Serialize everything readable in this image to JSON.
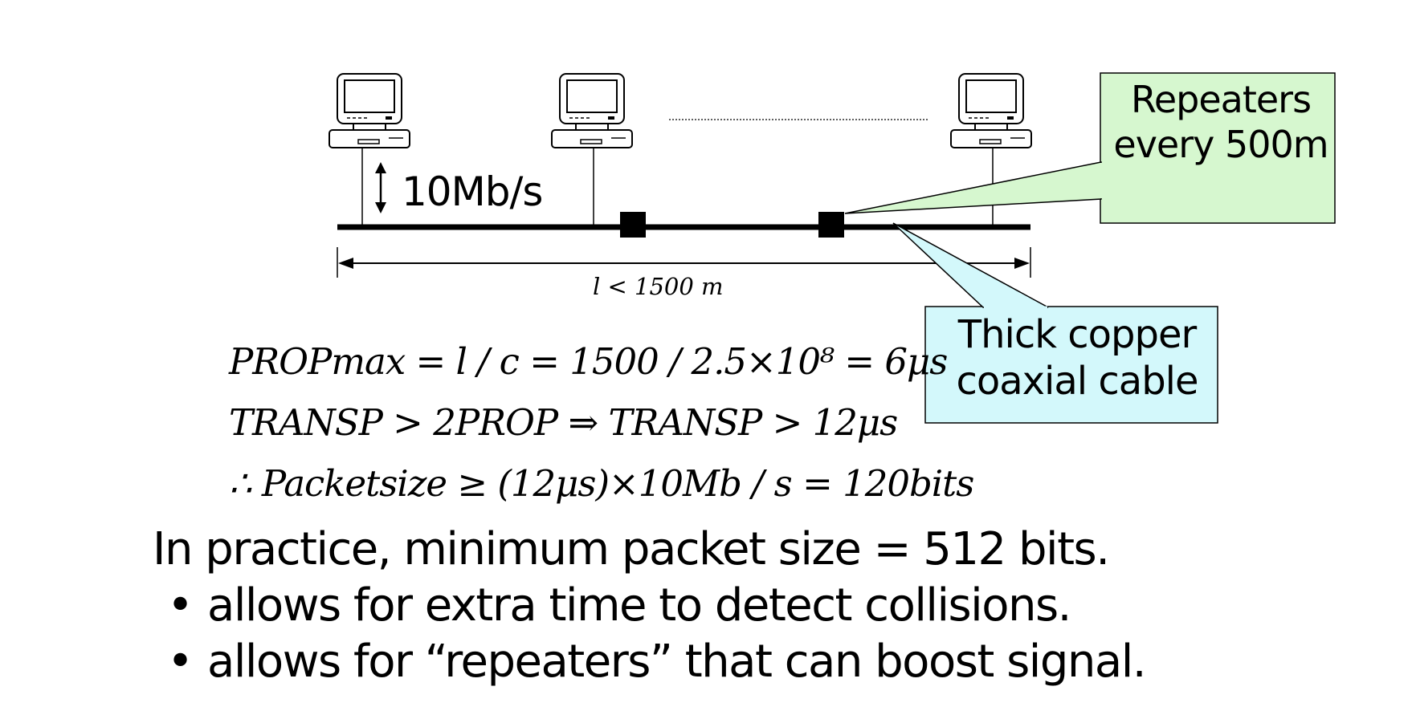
{
  "diagram": {
    "rate_label": "10Mb/s",
    "length_label": "l < 1500 m",
    "callouts": {
      "repeaters": "Repeaters every 500m",
      "cable": "Thick copper coaxial cable"
    },
    "colors": {
      "repeaters_fill": "#d6f7cf",
      "cable_fill": "#d3f8fb",
      "line": "#000000"
    },
    "icons": [
      "computer-icon",
      "computer-icon",
      "computer-icon"
    ]
  },
  "equations": {
    "eq1": "PROPmax = l / c = 1500 / 2.5×10⁸ = 6μs",
    "eq2": "TRANSP > 2PROP ⇒ TRANSP > 12μs",
    "eq3": "∴ Packetsize ≥ (12μs)×10Mb / s = 120bits"
  },
  "text": {
    "practice": "In practice, minimum packet size = 512 bits.",
    "bullets": [
      "allows for extra time to detect collisions.",
      "allows for “repeaters” that can boost signal."
    ]
  }
}
